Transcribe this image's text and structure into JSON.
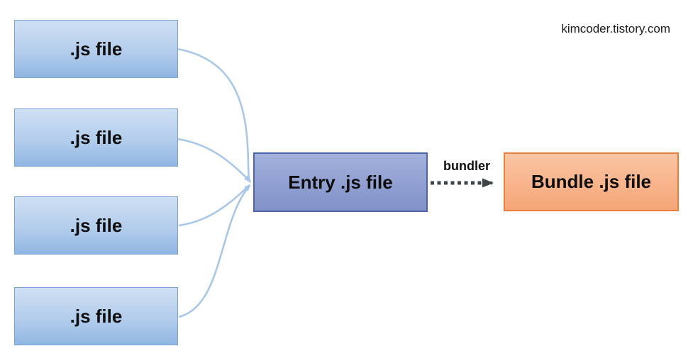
{
  "watermark": "kimcoder.tistory.com",
  "source_files": [
    {
      "label": ".js file"
    },
    {
      "label": ".js file"
    },
    {
      "label": ".js file"
    },
    {
      "label": ".js file"
    }
  ],
  "entry": {
    "label": "Entry .js file"
  },
  "bundle": {
    "label": "Bundle .js file"
  },
  "bundler_arrow": {
    "label": "bundler"
  },
  "colors": {
    "source_fill_top": "#cfe0f4",
    "source_fill_bottom": "#90b6e3",
    "source_border": "#7aa3d5",
    "entry_fill_top": "#a4b1dd",
    "entry_fill_bottom": "#8292c8",
    "entry_border": "#4c63ae",
    "bundle_fill_top": "#f9c5a4",
    "bundle_fill_bottom": "#f5a678",
    "bundle_border": "#e87e3c",
    "connector_stroke": "#a9c7e8",
    "bundler_arrow_stroke": "#3f4448",
    "text_color": "#0d0d0d",
    "background": "#ffffff"
  }
}
